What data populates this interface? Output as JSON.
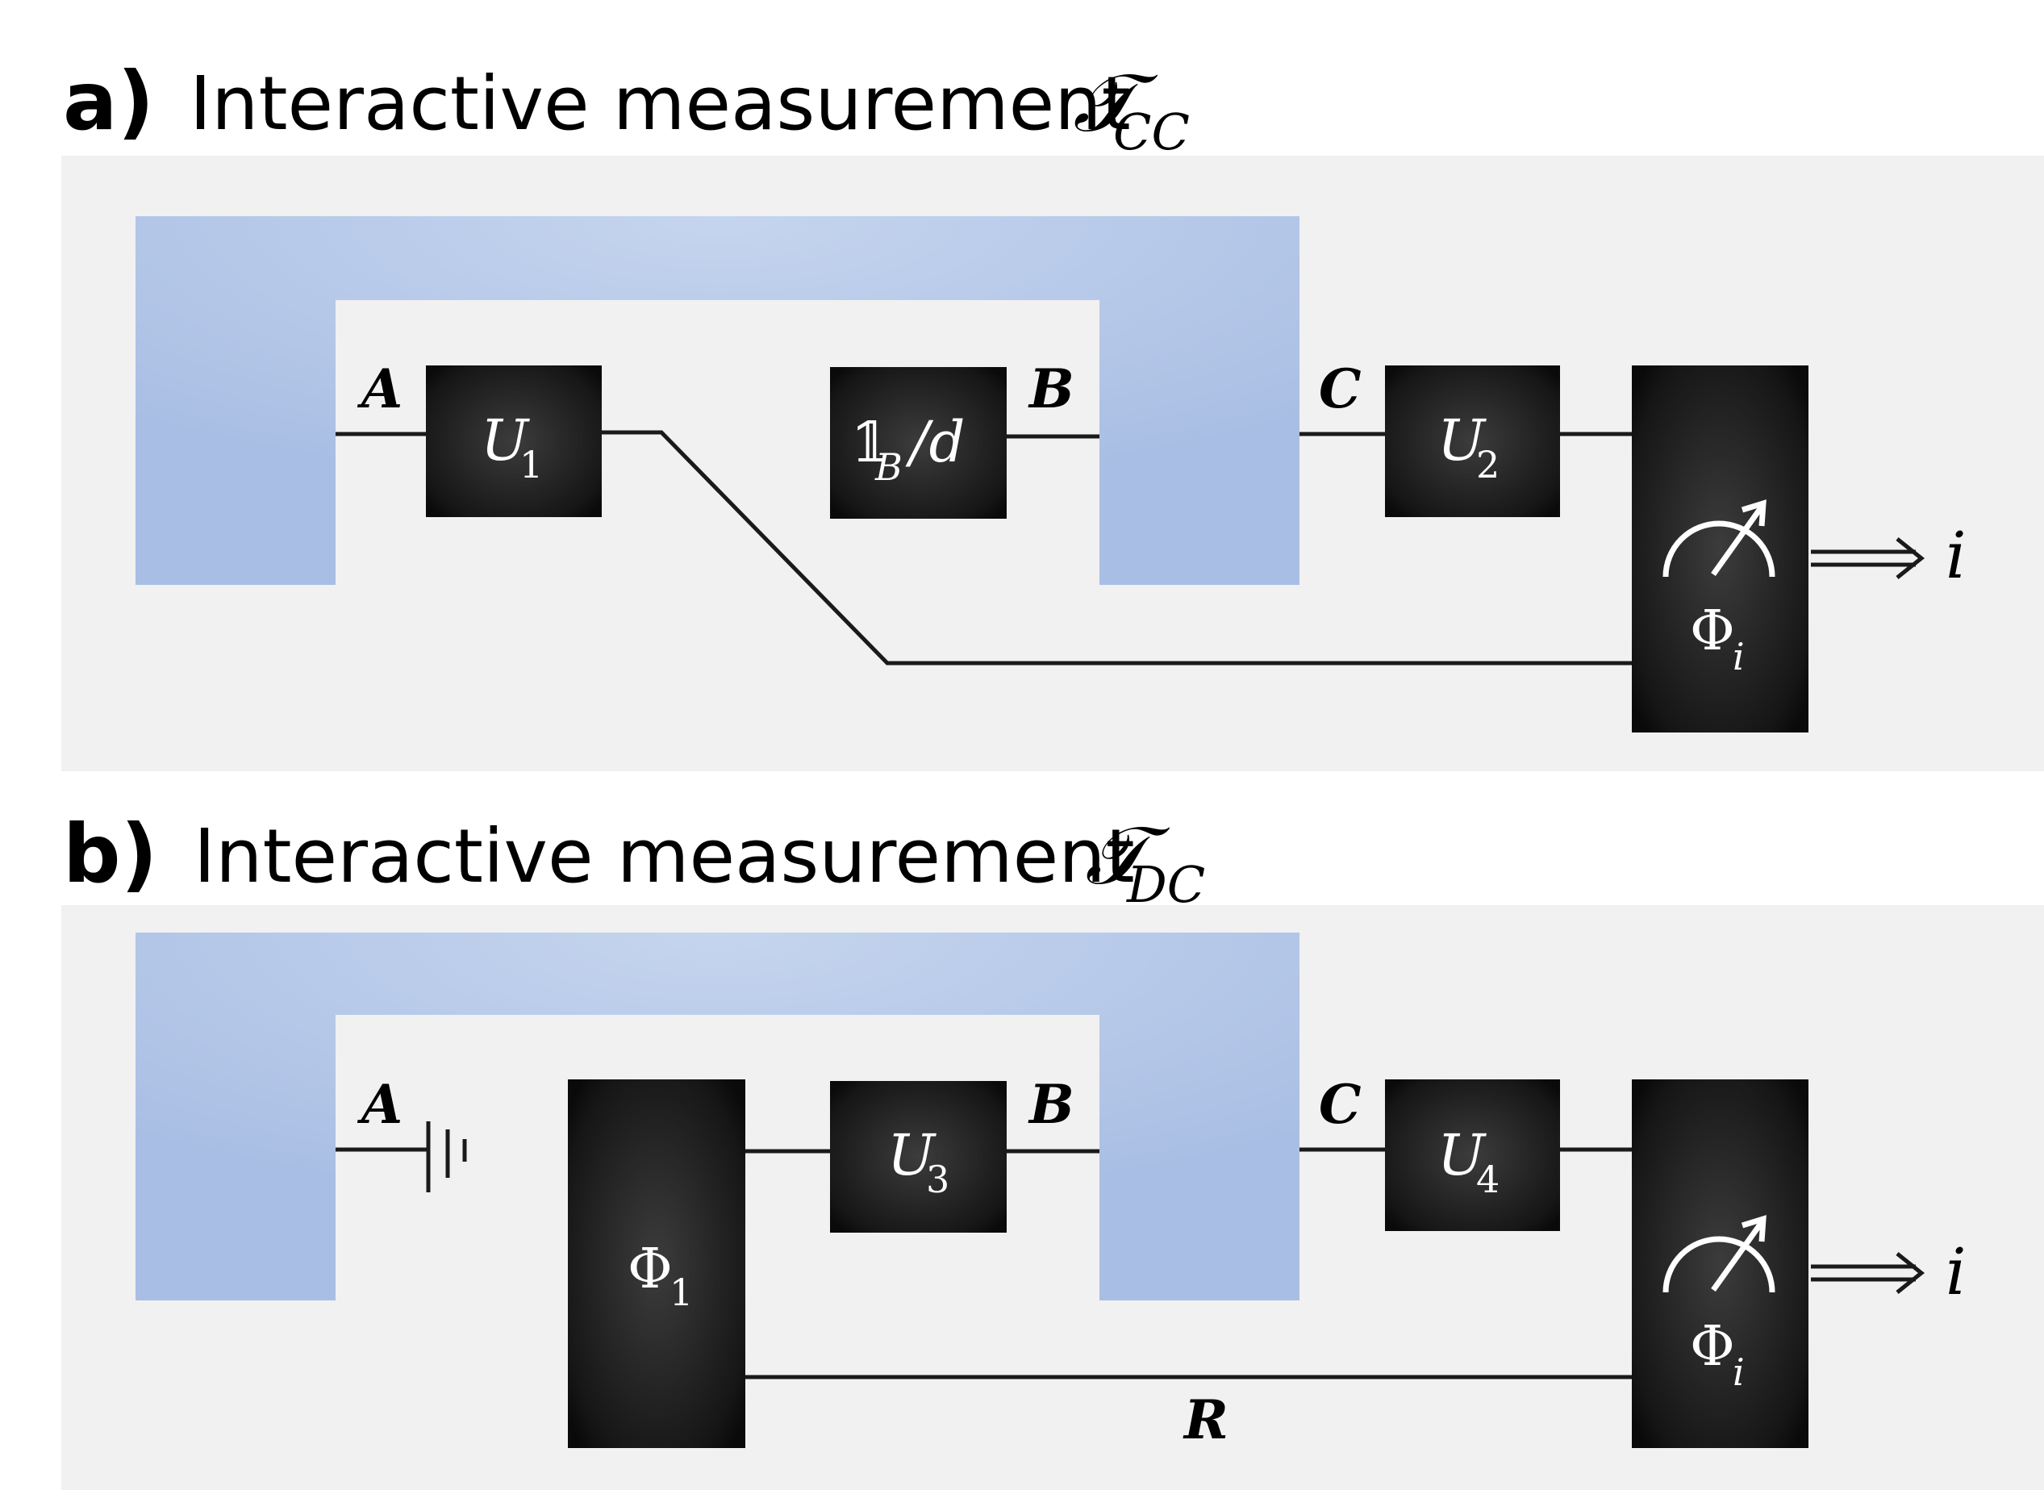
{
  "panel_a": {
    "letter": "a)",
    "title": "Interactive measurement",
    "symbol": "𝒯",
    "symbol_sub": "CC",
    "wires": {
      "A": "A",
      "B": "B",
      "C": "C"
    },
    "gates": {
      "U1": {
        "main": "U",
        "sub": "1"
      },
      "IB": {
        "main": "𝟙",
        "sub": "B",
        "tail": "/d"
      },
      "U2": {
        "main": "U",
        "sub": "2"
      },
      "Phi_i": {
        "main": "Φ",
        "sub": "i"
      }
    },
    "output": "i"
  },
  "panel_b": {
    "letter": "b)",
    "title": "Interactive measurement",
    "symbol": "𝒯",
    "symbol_sub": "DC",
    "wires": {
      "A": "A",
      "B": "B",
      "C": "C",
      "R": "R"
    },
    "gates": {
      "Phi_1": {
        "main": "Φ",
        "sub": "1"
      },
      "U3": {
        "main": "U",
        "sub": "3"
      },
      "U4": {
        "main": "U",
        "sub": "4"
      },
      "Phi_i": {
        "main": "Φ",
        "sub": "i"
      }
    },
    "output": "i"
  },
  "colors": {
    "panel_bg": "#f1f1f1",
    "comb": "#aabfe5",
    "comb_highlight": "#c3d3ee",
    "gate": "#1a1a1a",
    "gate_center": "#3a3a3a"
  }
}
